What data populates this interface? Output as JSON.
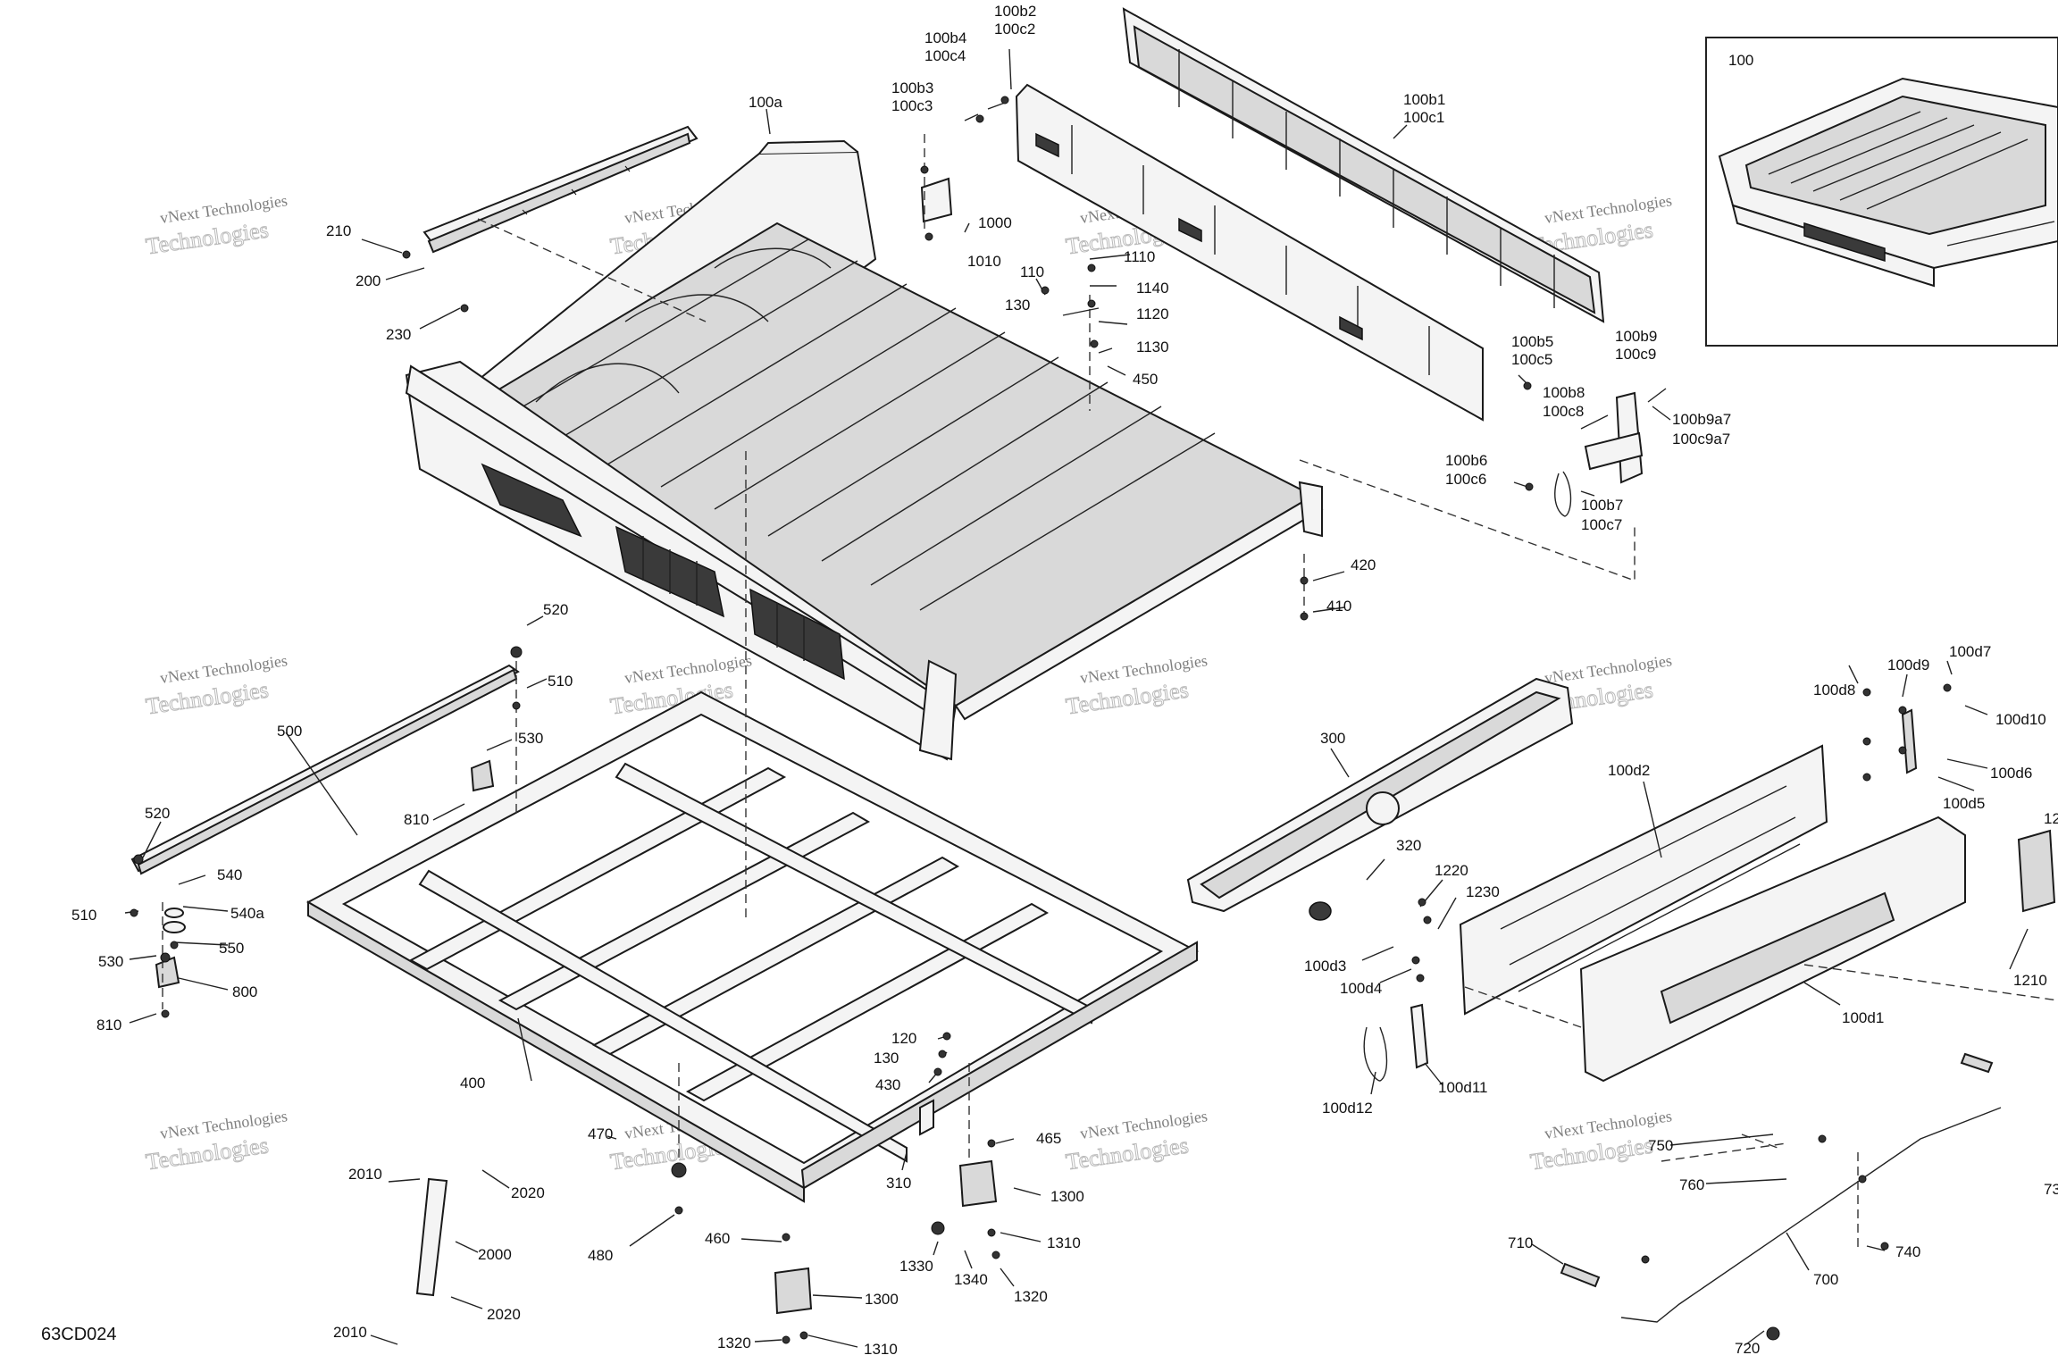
{
  "diagram": {
    "code": "63CD024",
    "watermark": {
      "line1": "vNext Technologies",
      "line2": "Technologies"
    },
    "inset_label": "100",
    "callouts": [
      {
        "id": "c-100b4",
        "text": "100b4"
      },
      {
        "id": "c-100c4",
        "text": "100c4"
      },
      {
        "id": "c-100b2",
        "text": "100b2"
      },
      {
        "id": "c-100c2",
        "text": "100c2"
      },
      {
        "id": "c-100b3",
        "text": "100b3"
      },
      {
        "id": "c-100c3",
        "text": "100c3"
      },
      {
        "id": "c-100a",
        "text": "100a"
      },
      {
        "id": "c-100b1",
        "text": "100b1"
      },
      {
        "id": "c-100c1",
        "text": "100c1"
      },
      {
        "id": "c-1000",
        "text": "1000"
      },
      {
        "id": "c-1010",
        "text": "1010"
      },
      {
        "id": "c-210",
        "text": "210"
      },
      {
        "id": "c-200",
        "text": "200"
      },
      {
        "id": "c-230",
        "text": "230"
      },
      {
        "id": "c-110",
        "text": "110"
      },
      {
        "id": "c-1110",
        "text": "1110"
      },
      {
        "id": "c-130a",
        "text": "130"
      },
      {
        "id": "c-1140",
        "text": "1140"
      },
      {
        "id": "c-1120",
        "text": "1120"
      },
      {
        "id": "c-1130",
        "text": "1130"
      },
      {
        "id": "c-450",
        "text": "450"
      },
      {
        "id": "c-100b5",
        "text": "100b5"
      },
      {
        "id": "c-100c5",
        "text": "100c5"
      },
      {
        "id": "c-100b9",
        "text": "100b9"
      },
      {
        "id": "c-100c9",
        "text": "100c9"
      },
      {
        "id": "c-100b8",
        "text": "100b8"
      },
      {
        "id": "c-100c8",
        "text": "100c8"
      },
      {
        "id": "c-100b9a7",
        "text": "100b9a7"
      },
      {
        "id": "c-100c9a7",
        "text": "100c9a7"
      },
      {
        "id": "c-100b6",
        "text": "100b6"
      },
      {
        "id": "c-100c6",
        "text": "100c6"
      },
      {
        "id": "c-100b7",
        "text": "100b7"
      },
      {
        "id": "c-100c7",
        "text": "100c7"
      },
      {
        "id": "c-420",
        "text": "420"
      },
      {
        "id": "c-410",
        "text": "410"
      },
      {
        "id": "c-520a",
        "text": "520"
      },
      {
        "id": "c-510a",
        "text": "510"
      },
      {
        "id": "c-500",
        "text": "500"
      },
      {
        "id": "c-530a",
        "text": "530"
      },
      {
        "id": "c-810a",
        "text": "810"
      },
      {
        "id": "c-520b",
        "text": "520"
      },
      {
        "id": "c-540",
        "text": "540"
      },
      {
        "id": "c-510b",
        "text": "510"
      },
      {
        "id": "c-540a",
        "text": "540a"
      },
      {
        "id": "c-550",
        "text": "550"
      },
      {
        "id": "c-530b",
        "text": "530"
      },
      {
        "id": "c-800",
        "text": "800"
      },
      {
        "id": "c-810b",
        "text": "810"
      },
      {
        "id": "c-300",
        "text": "300"
      },
      {
        "id": "c-320",
        "text": "320"
      },
      {
        "id": "c-100d2",
        "text": "100d2"
      },
      {
        "id": "c-100d8",
        "text": "100d8"
      },
      {
        "id": "c-100d9",
        "text": "100d9"
      },
      {
        "id": "c-100d7",
        "text": "100d7"
      },
      {
        "id": "c-100d10",
        "text": "100d10"
      },
      {
        "id": "c-100d6",
        "text": "100d6"
      },
      {
        "id": "c-100d5",
        "text": "100d5"
      },
      {
        "id": "c-12",
        "text": "12"
      },
      {
        "id": "c-1220",
        "text": "1220"
      },
      {
        "id": "c-1230",
        "text": "1230"
      },
      {
        "id": "c-100d3",
        "text": "100d3"
      },
      {
        "id": "c-100d4",
        "text": "100d4"
      },
      {
        "id": "c-1210",
        "text": "1210"
      },
      {
        "id": "c-100d1",
        "text": "100d1"
      },
      {
        "id": "c-100d12",
        "text": "100d12"
      },
      {
        "id": "c-100d11",
        "text": "100d11"
      },
      {
        "id": "c-400",
        "text": "400"
      },
      {
        "id": "c-120",
        "text": "120"
      },
      {
        "id": "c-130b",
        "text": "130"
      },
      {
        "id": "c-430",
        "text": "430"
      },
      {
        "id": "c-470",
        "text": "470"
      },
      {
        "id": "c-465",
        "text": "465"
      },
      {
        "id": "c-310",
        "text": "310"
      },
      {
        "id": "c-1300a",
        "text": "1300"
      },
      {
        "id": "c-480",
        "text": "480"
      },
      {
        "id": "c-460",
        "text": "460"
      },
      {
        "id": "c-1310a",
        "text": "1310"
      },
      {
        "id": "c-1330",
        "text": "1330"
      },
      {
        "id": "c-1340",
        "text": "1340"
      },
      {
        "id": "c-1320a",
        "text": "1320"
      },
      {
        "id": "c-1300b",
        "text": "1300"
      },
      {
        "id": "c-1320b",
        "text": "1320"
      },
      {
        "id": "c-1310b",
        "text": "1310"
      },
      {
        "id": "c-2010a",
        "text": "2010"
      },
      {
        "id": "c-2020a",
        "text": "2020"
      },
      {
        "id": "c-2000",
        "text": "2000"
      },
      {
        "id": "c-2010b",
        "text": "2010"
      },
      {
        "id": "c-2020b",
        "text": "2020"
      },
      {
        "id": "c-750",
        "text": "750"
      },
      {
        "id": "c-760",
        "text": "760"
      },
      {
        "id": "c-710",
        "text": "710"
      },
      {
        "id": "c-700",
        "text": "700"
      },
      {
        "id": "c-740",
        "text": "740"
      },
      {
        "id": "c-720",
        "text": "720"
      },
      {
        "id": "c-73",
        "text": "73"
      }
    ]
  }
}
